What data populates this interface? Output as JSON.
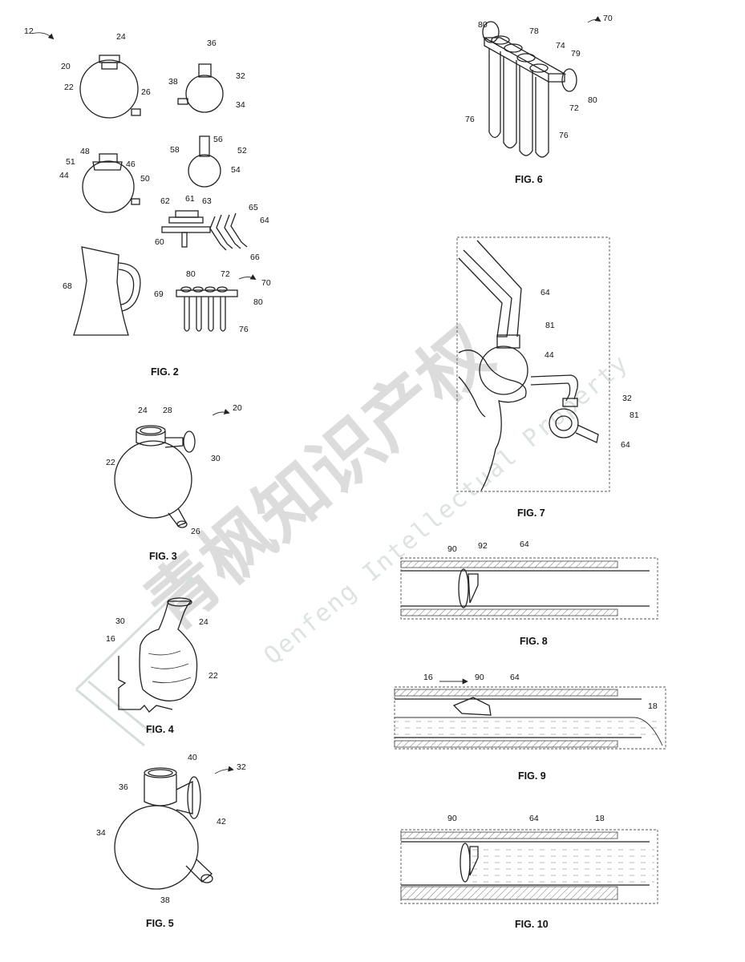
{
  "watermark": {
    "cn": "青枫知识产权",
    "en": "Qenfeng Intellectual Property"
  },
  "figures": {
    "fig2": "FIG. 2",
    "fig3": "FIG. 3",
    "fig4": "FIG. 4",
    "fig5": "FIG. 5",
    "fig6": "FIG. 6",
    "fig7": "FIG. 7",
    "fig8": "FIG. 8",
    "fig9": "FIG. 9",
    "fig10": "FIG. 10"
  },
  "refs": {
    "r12": "12",
    "r24": "24",
    "r20": "20",
    "r22": "22",
    "r26": "26",
    "r36": "36",
    "r38": "38",
    "r32": "32",
    "r34": "34",
    "r48": "48",
    "r51": "51",
    "r44": "44",
    "r46": "46",
    "r50": "50",
    "r56": "56",
    "r58": "58",
    "r52": "52",
    "r54": "54",
    "r62": "62",
    "r61": "61",
    "r63": "63",
    "r65": "65",
    "r64": "64",
    "r60": "60",
    "r66": "66",
    "r68": "68",
    "r69": "69",
    "r80": "80",
    "r72": "72",
    "r70": "70",
    "r76": "76",
    "f3_24": "24",
    "f3_28": "28",
    "f3_20": "20",
    "f3_30": "30",
    "f3_22": "22",
    "f3_26": "26",
    "f4_30": "30",
    "f4_16": "16",
    "f4_24": "24",
    "f4_22": "22",
    "f5_40": "40",
    "f5_32": "32",
    "f5_36": "36",
    "f5_42": "42",
    "f5_34": "34",
    "f5_38": "38",
    "f6_80a": "80",
    "f6_78": "78",
    "f6_70": "70",
    "f6_74": "74",
    "f6_79": "79",
    "f6_80b": "80",
    "f6_72": "72",
    "f6_76a": "76",
    "f6_76b": "76",
    "f7_64a": "64",
    "f7_81a": "81",
    "f7_44": "44",
    "f7_32": "32",
    "f7_81b": "81",
    "f7_64b": "64",
    "f8_90": "90",
    "f8_92": "92",
    "f8_64": "64",
    "f9_16": "16",
    "f9_90": "90",
    "f9_64": "64",
    "f9_18": "18",
    "f10_90": "90",
    "f10_64": "64",
    "f10_18": "18"
  }
}
